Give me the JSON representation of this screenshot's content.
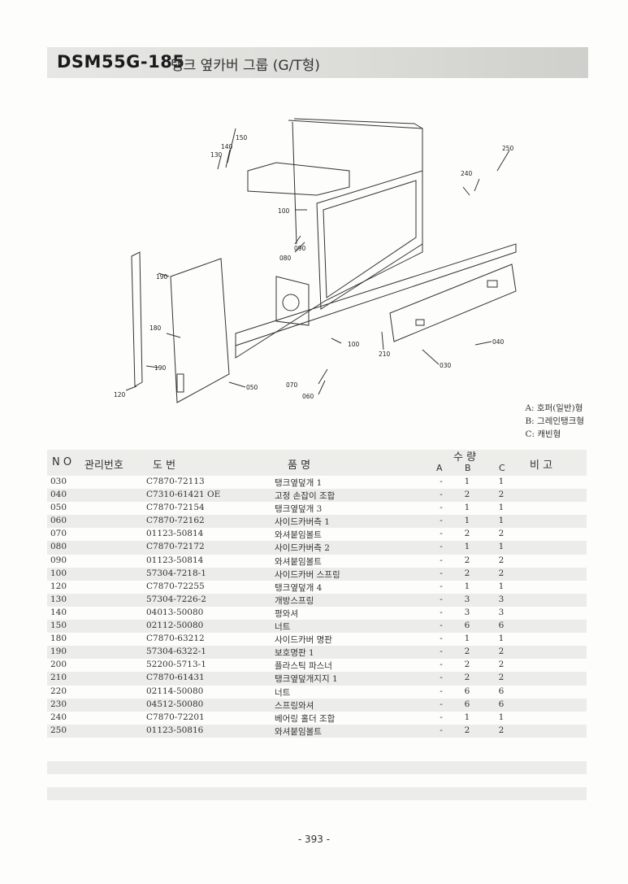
{
  "header": {
    "code": "DSM55G-185",
    "title": "탱크 옆카버 그룹 (G/T형)"
  },
  "diagram": {
    "callouts": [
      "150",
      "140",
      "130",
      "250",
      "240",
      "100",
      "090",
      "080",
      "190",
      "180",
      "190",
      "120",
      "050",
      "070",
      "060",
      "100",
      "210",
      "030",
      "040"
    ]
  },
  "legend": [
    "A: 호퍼(일반)형",
    "B: 그레인탱크형",
    "C: 캐빈형"
  ],
  "table": {
    "headers": {
      "no": "N O",
      "mgmt": "관리번호",
      "drawing": "도     번",
      "name": "품          명",
      "qty": "수   량",
      "qty_a": "A",
      "qty_b": "B",
      "qty_c": "C",
      "remarks": "비     고"
    },
    "rows": [
      {
        "no": "030",
        "dwg": "C7870-72113",
        "name": "탱크옆덮개 1",
        "a": "-",
        "b": "1",
        "c": "1"
      },
      {
        "no": "040",
        "dwg": "C7310-61421 OE",
        "name": "고정 손잡이 조합",
        "a": "-",
        "b": "2",
        "c": "2"
      },
      {
        "no": "050",
        "dwg": "C7870-72154",
        "name": "탱크옆덮개 3",
        "a": "-",
        "b": "1",
        "c": "1"
      },
      {
        "no": "060",
        "dwg": "C7870-72162",
        "name": "사이드카버측 1",
        "a": "-",
        "b": "1",
        "c": "1"
      },
      {
        "no": "070",
        "dwg": "01123-50814",
        "name": "와셔붙임볼트",
        "a": "-",
        "b": "2",
        "c": "2"
      },
      {
        "no": "080",
        "dwg": "C7870-72172",
        "name": "사이드카버측 2",
        "a": "-",
        "b": "1",
        "c": "1"
      },
      {
        "no": "090",
        "dwg": "01123-50814",
        "name": "와셔붙임볼트",
        "a": "-",
        "b": "2",
        "c": "2"
      },
      {
        "no": "100",
        "dwg": "57304-7218-1",
        "name": "사이드카버 스프링",
        "a": "-",
        "b": "2",
        "c": "2"
      },
      {
        "no": "120",
        "dwg": "C7870-72255",
        "name": "탱크옆덮개 4",
        "a": "-",
        "b": "1",
        "c": "1"
      },
      {
        "no": "130",
        "dwg": "57304-7226-2",
        "name": "개방스프링",
        "a": "-",
        "b": "3",
        "c": "3"
      },
      {
        "no": "140",
        "dwg": "04013-50080",
        "name": "평와셔",
        "a": "-",
        "b": "3",
        "c": "3"
      },
      {
        "no": "150",
        "dwg": "02112-50080",
        "name": "너트",
        "a": "-",
        "b": "6",
        "c": "6"
      },
      {
        "no": "180",
        "dwg": "C7870-63212",
        "name": "사이드카버 명판",
        "a": "-",
        "b": "1",
        "c": "1"
      },
      {
        "no": "190",
        "dwg": "57304-6322-1",
        "name": "보호명판 1",
        "a": "-",
        "b": "2",
        "c": "2"
      },
      {
        "no": "200",
        "dwg": "52200-5713-1",
        "name": "플라스틱 파스너",
        "a": "-",
        "b": "2",
        "c": "2"
      },
      {
        "no": "210",
        "dwg": "C7870-61431",
        "name": "탱크옆덮개지지 1",
        "a": "-",
        "b": "2",
        "c": "2"
      },
      {
        "no": "220",
        "dwg": "02114-50080",
        "name": "너트",
        "a": "-",
        "b": "6",
        "c": "6"
      },
      {
        "no": "230",
        "dwg": "04512-50080",
        "name": "스프링와셔",
        "a": "-",
        "b": "6",
        "c": "6"
      },
      {
        "no": "240",
        "dwg": "C7870-72201",
        "name": "베어링 홀더 조합",
        "a": "-",
        "b": "1",
        "c": "1"
      },
      {
        "no": "250",
        "dwg": "01123-50816",
        "name": "와셔붙임볼트",
        "a": "-",
        "b": "2",
        "c": "2"
      }
    ]
  },
  "page_number": "- 393 -"
}
